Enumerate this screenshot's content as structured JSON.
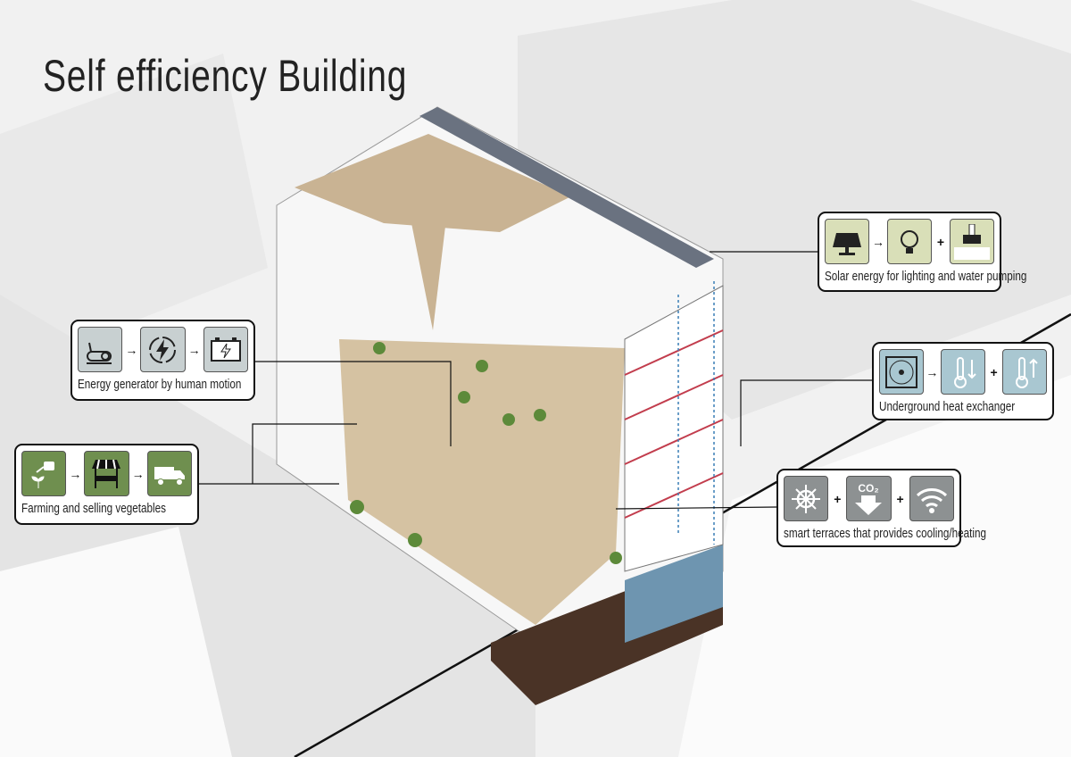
{
  "title": "Self efficiency Building",
  "callouts": {
    "solar": {
      "caption": "Solar energy for lighting and water pumping",
      "icons": [
        "solar-panel-icon",
        "lightbulb-icon",
        "water-pump-icon"
      ],
      "separators": [
        "→",
        "+"
      ]
    },
    "heat": {
      "caption": "Underground heat exchanger",
      "icons": [
        "fan-icon",
        "thermometer-down-icon",
        "thermometer-up-icon"
      ],
      "separators": [
        "→",
        "+"
      ]
    },
    "smart": {
      "caption": "smart terraces that provides cooling/heating",
      "icons": [
        "snow-sun-icon",
        "co2-down-icon",
        "wifi-icon"
      ],
      "separators": [
        "+",
        "+"
      ],
      "co2_label": "CO₂"
    },
    "human": {
      "caption": "Energy generator by human motion",
      "icons": [
        "exercise-bike-icon",
        "energy-cycle-icon",
        "battery-icon"
      ],
      "separators": [
        "→",
        "→"
      ]
    },
    "farm": {
      "caption": "Farming and selling vegetables",
      "icons": [
        "watering-plant-icon",
        "market-stall-icon",
        "delivery-truck-icon"
      ],
      "separators": [
        "→",
        "→"
      ]
    }
  },
  "colors": {
    "solar": "#d9dfb8",
    "heat": "#a9c7d1",
    "smart": "#8d9192",
    "human": "#c8d0d1",
    "farm": "#6f8f4f",
    "building": "#c9b393"
  }
}
